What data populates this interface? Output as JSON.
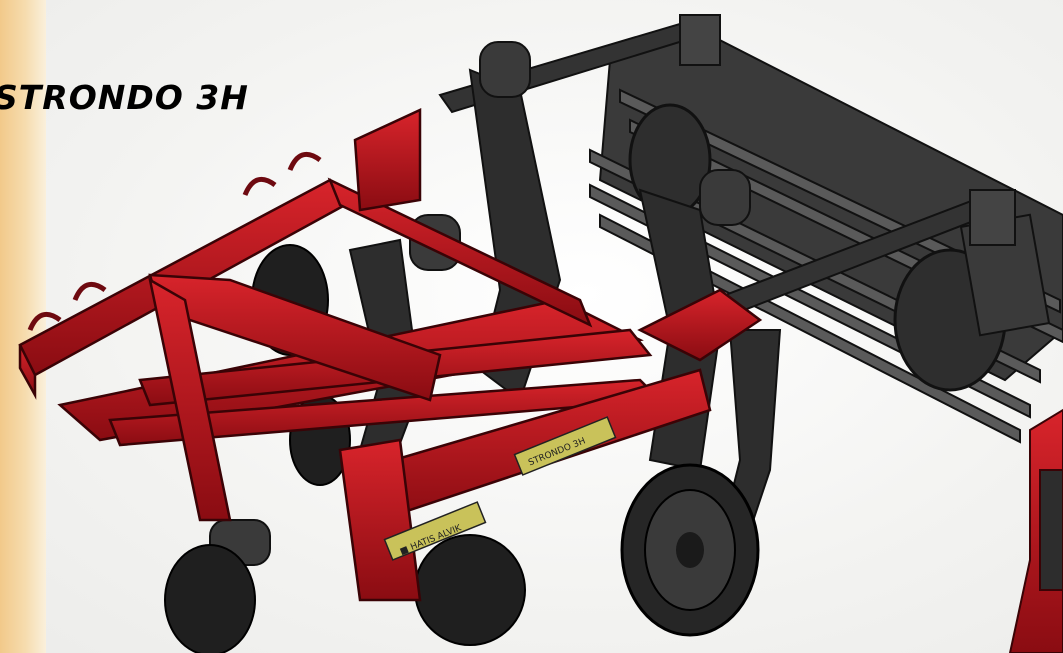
{
  "title": "STRONDO 3H",
  "plate_left": "■ HATIS ALVIK",
  "plate_right": "STRONDO 3H",
  "colors": {
    "frame_red": "#b8121b",
    "frame_dark": "#6e0a10",
    "steel_black": "#2a2a2a",
    "roller_gray": "#4a4a4a",
    "plate_yellow": "#c9c25a",
    "band": "#f6dcae"
  }
}
